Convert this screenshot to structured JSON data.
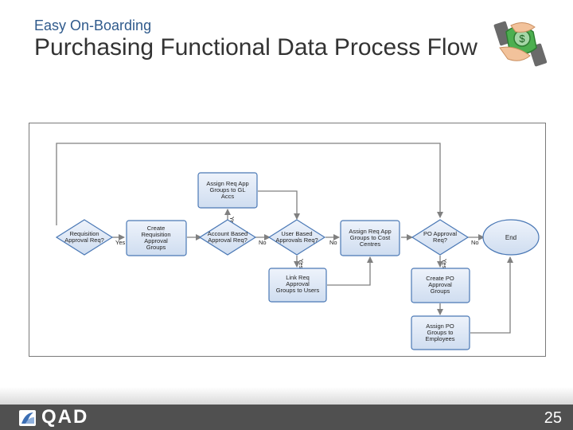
{
  "header": {
    "subtitle": "Easy On-Boarding",
    "title": "Purchasing Functional Data Process Flow"
  },
  "diagram": {
    "nodes": {
      "requisition_approval_req": {
        "kind": "decision",
        "lines": [
          "Requisition",
          "Approval Req?"
        ]
      },
      "create_requisition_approval_groups": {
        "kind": "process",
        "lines": [
          "Create",
          "Requisition",
          "Approval",
          "Groups"
        ]
      },
      "account_based_approval_req": {
        "kind": "decision",
        "lines": [
          "Account Based",
          "Approval Req?"
        ]
      },
      "user_based_approvals_req": {
        "kind": "decision",
        "lines": [
          "User Based",
          "Approvals Req?"
        ]
      },
      "assign_req_app_groups_to_cost_centres": {
        "kind": "process",
        "lines": [
          "Assign Req App",
          "Groups to Cost",
          "Centres"
        ]
      },
      "po_approval_req": {
        "kind": "decision",
        "lines": [
          "PO Approval",
          "Req?"
        ]
      },
      "end": {
        "kind": "terminal",
        "lines": [
          "End"
        ]
      },
      "assign_req_app_groups_to_gl_accs": {
        "kind": "process",
        "lines": [
          "Assign Req App",
          "Groups to GL",
          "Accs"
        ]
      },
      "link_req_approval_groups_to_users": {
        "kind": "process",
        "lines": [
          "Link Req",
          "Approval",
          "Groups to Users"
        ]
      },
      "create_po_approval_groups": {
        "kind": "process",
        "lines": [
          "Create PO",
          "Approval",
          "Groups"
        ]
      },
      "assign_po_groups_to_employees": {
        "kind": "process",
        "lines": [
          "Assign PO",
          "Groups to",
          "Employees"
        ]
      }
    },
    "edge_labels": {
      "yes": "Yes",
      "no": "No"
    }
  },
  "footer": {
    "brand": "QAD",
    "page_number": "25"
  },
  "colors": {
    "title": "#333333",
    "subtitle": "#2f5a8c",
    "node_fill": "#dce7f5",
    "node_stroke": "#4a78b5",
    "connector": "#808080",
    "footer_bg": "#505050"
  },
  "icons": {
    "logo": "money-hand-icon",
    "brand_logo": "qad-logo"
  }
}
